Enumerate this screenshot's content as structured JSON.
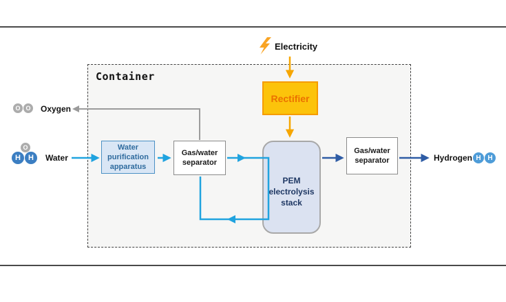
{
  "labels": {
    "electricity": "Electricity",
    "container": "Container",
    "oxygen": "Oxygen",
    "water": "Water",
    "hydrogen": "Hydrogen"
  },
  "boxes": {
    "rectifier": {
      "label": "Rectifier"
    },
    "purification": {
      "line1": "Water",
      "line2": "purification",
      "line3": "apparatus"
    },
    "separator_left": {
      "line1": "Gas/water",
      "line2": "separator"
    },
    "separator_right": {
      "line1": "Gas/water",
      "line2": "separator"
    },
    "pem": {
      "line1": "PEM",
      "line2": "electrolysis",
      "line3": "stack"
    }
  },
  "molecules": {
    "oxygen": {
      "o1": "O",
      "o2": "O"
    },
    "water": {
      "o": "O",
      "h1": "H",
      "h2": "H"
    },
    "hydrogen": {
      "h1": "H",
      "h2": "H"
    }
  },
  "icons": {
    "lightning_bolt": "lightning-bolt"
  },
  "colors": {
    "water_flow_cyan": "#20a3df",
    "hydrogen_flow_blue": "#2e5ca5",
    "oxygen_flow_gray": "#9b9b9b",
    "electricity_orange": "#f6a600",
    "rectifier_fill": "#fcc30b",
    "rectifier_border": "#f59b00",
    "rectifier_text": "#eb7100",
    "pem_fill": "#dbe2f1",
    "pem_text": "#1f3864",
    "purification_fill": "#d9e6f5",
    "purification_border": "#4a90c4",
    "container_fill": "#f6f6f5",
    "water_atom_blue": "#3b7ec2",
    "hydrogen_atom_blue": "#4e9cd8",
    "oxygen_atom_gray": "#acacac"
  }
}
